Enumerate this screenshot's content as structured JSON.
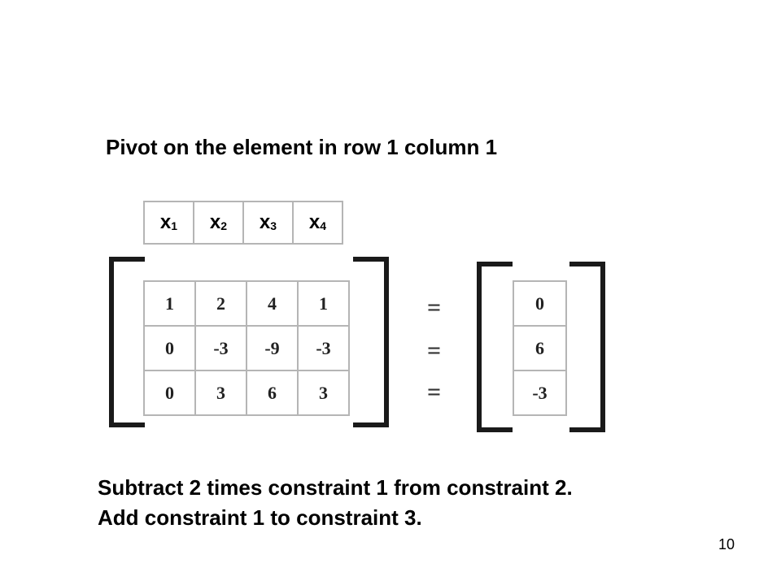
{
  "heading": "Pivot on the element in row 1 column 1",
  "variables": [
    {
      "base": "x",
      "sub": "1"
    },
    {
      "base": "x",
      "sub": "2"
    },
    {
      "base": "x",
      "sub": "3"
    },
    {
      "base": "x",
      "sub": "4"
    }
  ],
  "matrix": [
    [
      "1",
      "2",
      "4",
      "1"
    ],
    [
      "0",
      "-3",
      "-9",
      "-3"
    ],
    [
      "0",
      "3",
      "6",
      "3"
    ]
  ],
  "equals": [
    "=",
    "=",
    "="
  ],
  "rhs": [
    "0",
    "6",
    "-3"
  ],
  "instructions": [
    "Subtract 2 times constraint 1 from constraint 2.",
    "Add constraint 1 to constraint 3."
  ],
  "page_number": "10"
}
